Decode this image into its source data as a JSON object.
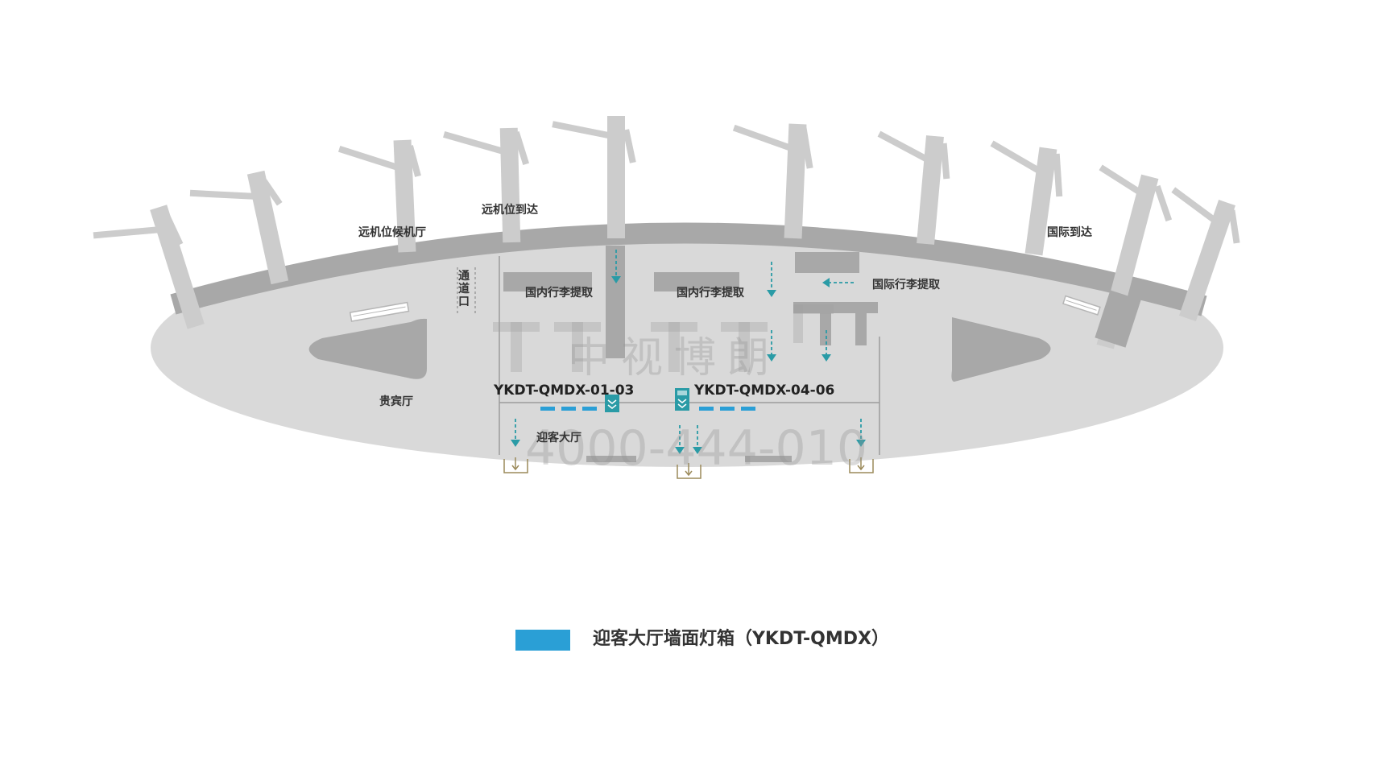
{
  "colors": {
    "terminal_fill": "#d9d9d9",
    "structure": "#a8a8a8",
    "lightbox": "#2a9fd6",
    "arrow": "#2a9ba6",
    "exit_icon": "#9b8a5a"
  },
  "areas": {
    "remote_waiting": "远机位候机厅",
    "remote_arrival": "远机位到达",
    "intl_arrival": "国际到达",
    "passage": "通道口",
    "domestic_baggage_1": "国内行李提取",
    "domestic_baggage_2": "国内行李提取",
    "intl_baggage": "国际行李提取",
    "vip_lounge": "贵宾厅",
    "greeting_hall": "迎客大厅"
  },
  "codes": {
    "left": "YKDT-QMDX-01-03",
    "right": "YKDT-QMDX-04-06"
  },
  "watermark": {
    "name": "中视博朗",
    "phone": "4000-444-010"
  },
  "legend": {
    "label": "迎客大厅墙面灯箱（YKDT-QMDX）",
    "color": "#2a9fd6"
  },
  "icons": {
    "exit": "exit-door-icon",
    "escalator": "escalator-down-icon",
    "flow_arrow": "dashed-arrow-icon"
  }
}
